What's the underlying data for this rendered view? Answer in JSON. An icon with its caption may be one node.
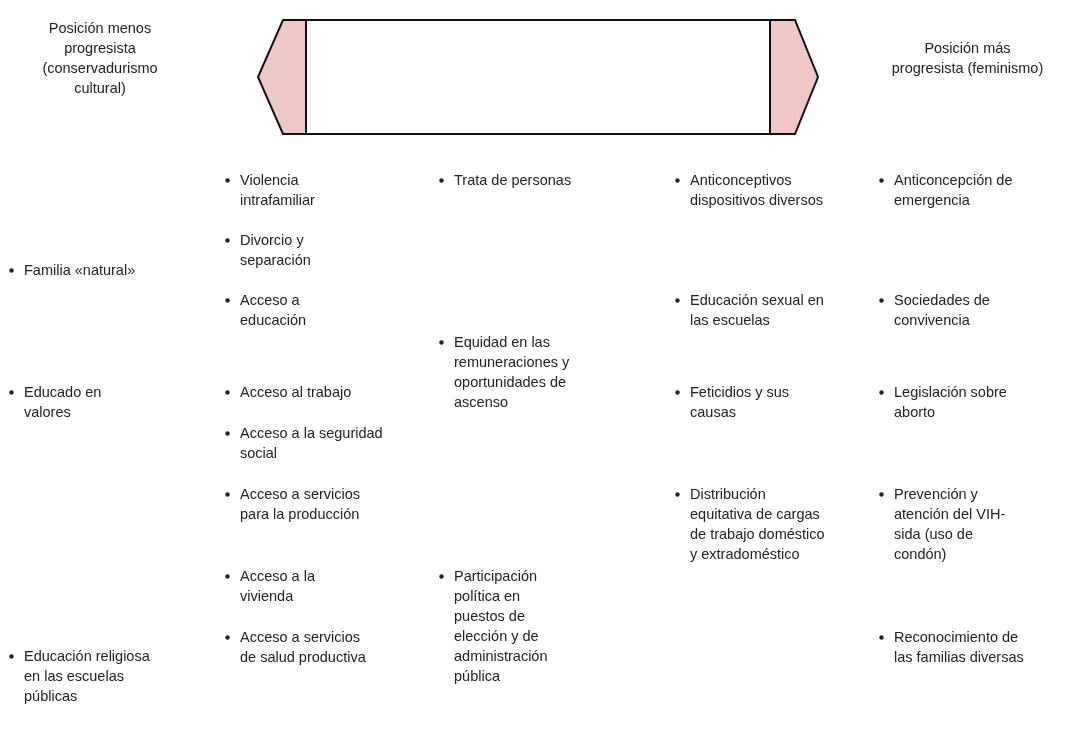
{
  "diagram": {
    "labels": [
      "Posición menos progresista (conservadurismo cultural)",
      "Posición más progresista (feminismo)",
      "Familia «natural»",
      "Educado en valores",
      "Educación religiosa en las escuelas públicas",
      "Violencia intrafamiliar",
      "Divorcio y separación",
      "Acceso a educación",
      "Acceso al trabajo",
      "Acceso a la seguridad social",
      "Acceso a servicios para la producción",
      "Acceso a la vivienda",
      "Acceso a servicios de salud productiva",
      "Trata de personas",
      "Equidad en las remuneraciones y oportunidades de ascenso",
      "Participación política en puestos de elección y de administración pública",
      "Anticonceptivos dispositivos diversos",
      "Educación sexual en las escuelas",
      "Feticidios y sus causas",
      "Distribución equitativa de cargas de trabajo doméstico y extradoméstico",
      "Anticoncepción de emergencia",
      "Sociedades de convivencia",
      "Legislación sobre aborto",
      "Prevención y atención del VIH-sida (uso de condón)",
      "Reconocimiento de las familias diversas"
    ]
  }
}
